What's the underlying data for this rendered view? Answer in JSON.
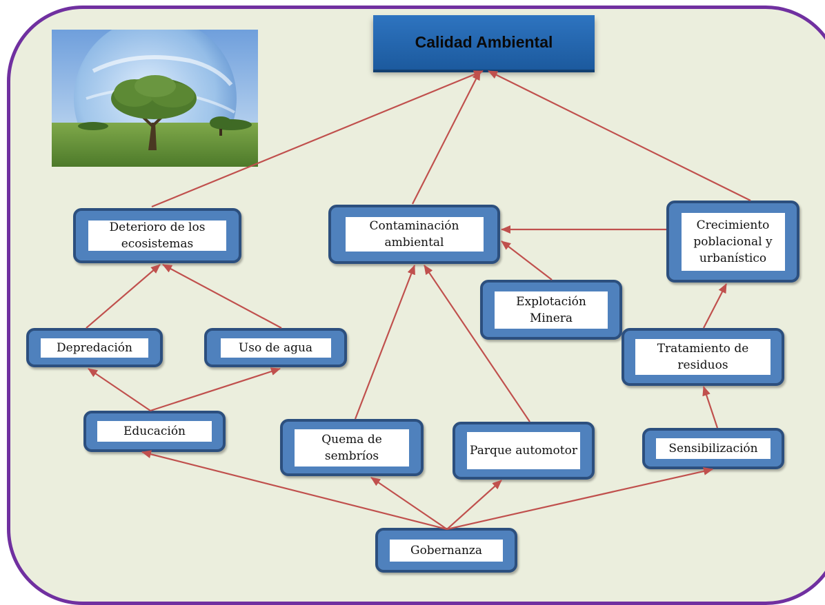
{
  "title": "Calidad Ambiental",
  "nodes": {
    "deterioro": "Deterioro de los ecosistemas",
    "contaminacion": "Contaminación ambiental",
    "crecimiento": "Crecimiento poblacional y urbanístico",
    "explotacion": "Explotación Minera",
    "depredacion": "Depredación",
    "uso_agua": "Uso de agua",
    "tratamiento": "Tratamiento de residuos",
    "educacion": "Educación",
    "quema": "Quema de sembríos",
    "parque": "Parque automotor",
    "sensibilizacion": "Sensibilización",
    "gobernanza": "Gobernanza"
  },
  "colors": {
    "frame_border": "#7030a0",
    "background": "#ebeedd",
    "node_fill": "#4f81bd",
    "node_border": "#2c4f7e",
    "arrow": "#c0504d",
    "title_fill": "#2e74c0"
  },
  "edges": [
    [
      "deterioro",
      "title"
    ],
    [
      "contaminacion",
      "title"
    ],
    [
      "crecimiento",
      "title"
    ],
    [
      "crecimiento",
      "contaminacion"
    ],
    [
      "explotacion",
      "contaminacion"
    ],
    [
      "depredacion",
      "deterioro"
    ],
    [
      "uso_agua",
      "deterioro"
    ],
    [
      "educacion",
      "depredacion"
    ],
    [
      "educacion",
      "uso_agua"
    ],
    [
      "quema",
      "contaminacion"
    ],
    [
      "parque",
      "contaminacion"
    ],
    [
      "tratamiento",
      "crecimiento"
    ],
    [
      "sensibilizacion",
      "tratamiento"
    ],
    [
      "gobernanza",
      "educacion"
    ],
    [
      "gobernanza",
      "quema"
    ],
    [
      "gobernanza",
      "parque"
    ],
    [
      "gobernanza",
      "sensibilizacion"
    ]
  ],
  "image": "earth-tree-landscape"
}
